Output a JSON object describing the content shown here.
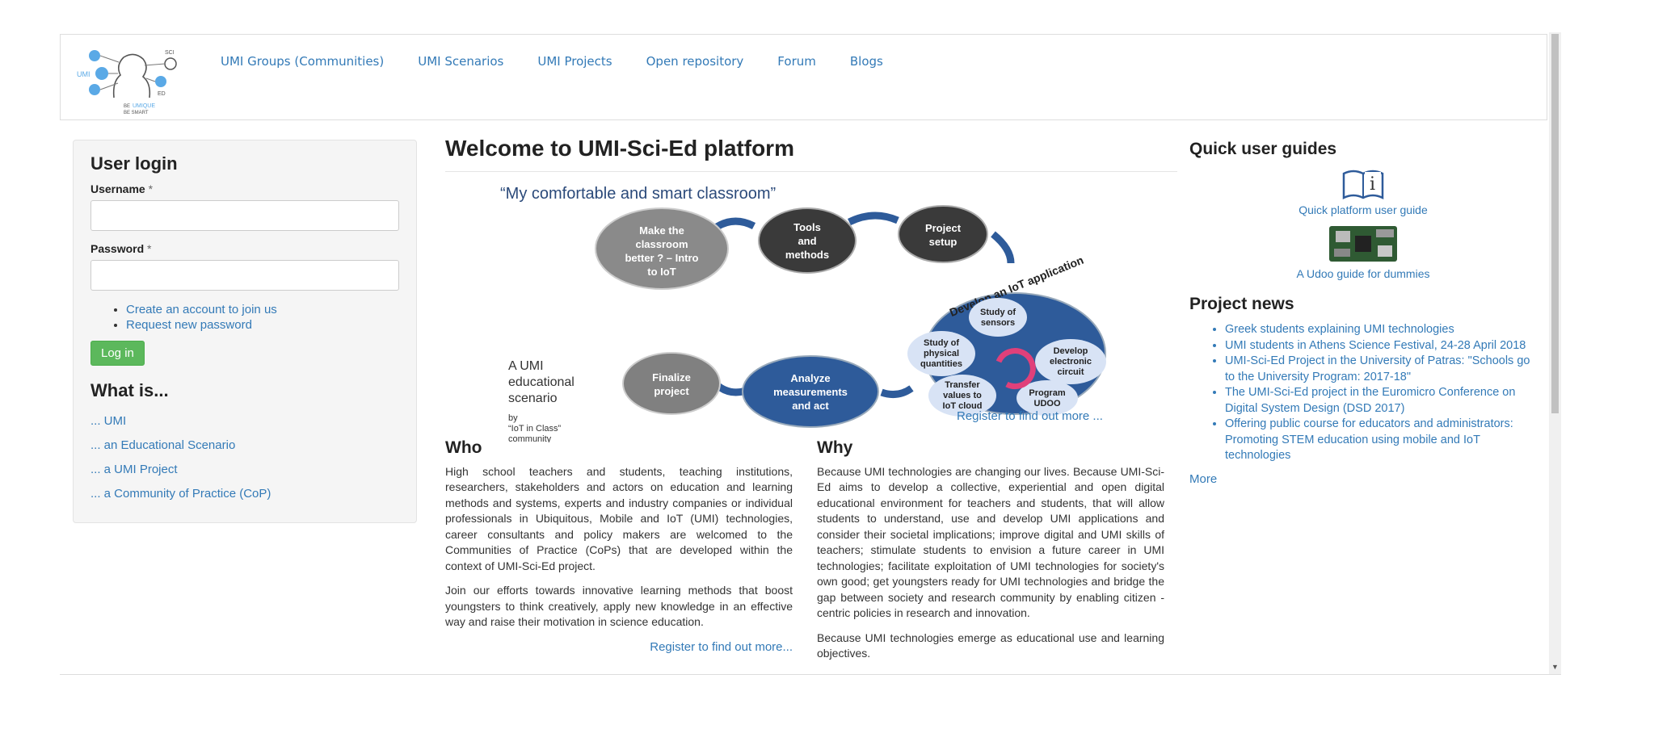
{
  "nav": {
    "items": [
      "UMI Groups (Communities)",
      "UMI Scenarios",
      "UMI Projects",
      "Open repository",
      "Forum",
      "Blogs"
    ]
  },
  "logo": {
    "umi": "UMI",
    "sci": "SCI",
    "ed": "ED",
    "be": "BE",
    "umique": "UMIQUE",
    "besmart": "BE SMART"
  },
  "login": {
    "title": "User login",
    "username_label": "Username",
    "password_label": "Password",
    "required_mark": "*",
    "links": [
      "Create an account to join us",
      "Request new password"
    ],
    "button": "Log in"
  },
  "whatis": {
    "title": "What is...",
    "items": [
      "... UMI",
      "... an Educational Scenario",
      "... a UMI Project",
      "... a Community of Practice (CoP)"
    ]
  },
  "main": {
    "title": "Welcome to UMI-Sci-Ed platform",
    "diagram": {
      "heading": "“My comfortable and smart classroom”",
      "steps": [
        "Make the classroom better ? – Intro to IoT",
        "Tools and methods",
        "Project setup",
        "Finalize project",
        "Analyze measurements and act"
      ],
      "iot_title": "Develop an IoT application",
      "iot_parts": [
        "Study of sensors",
        "Study of physical quantities",
        "Develop electronic circuit",
        "Transfer values to IoT cloud",
        "Program UDOO"
      ],
      "scenario_text": [
        "A UMI",
        "educational",
        "scenario"
      ],
      "scenario_by": [
        "by",
        "“IoT in Class”",
        "community"
      ]
    },
    "register_top": "Register to find out more ...",
    "who": {
      "title": "Who",
      "p1": "High school teachers and students, teaching institutions, researchers, stakeholders and actors on education and learning methods and systems, experts and industry companies or individual professionals in Ubiquitous, Mobile and IoT (UMI) technologies, career consultants and policy makers are welcomed to the Communities of Practice (CoPs) that are developed within the context of UMI-Sci-Ed project.",
      "p2": "Join our efforts towards innovative learning methods that boost youngsters to think creatively, apply new knowledge in an effective way and raise their motivation in science education.",
      "register": "Register to find out more..."
    },
    "why": {
      "title": "Why",
      "p1": "Because UMI technologies are changing our lives. Because UMI-Sci-Ed aims to develop a collective, experiential and open digital educational environment for teachers and students, that will allow students to understand, use and develop UMI applications and consider their societal implications; improve digital and UMI skills of teachers; stimulate students to envision a future career in UMI technologies; facilitate exploitation of UMI technologies for society's own good; get youngsters ready for UMI technologies and bridge the gap between society and research community by enabling citizen - centric policies in research and innovation.",
      "p2": "Because UMI technologies emerge as educational use and learning objectives."
    }
  },
  "guides": {
    "title": "Quick user guides",
    "items": [
      "Quick platform user guide",
      "A Udoo guide for dummies"
    ]
  },
  "news": {
    "title": "Project news",
    "items": [
      "Greek students explaining UMI technologies",
      "UMI students in Athens Science Festival, 24-28 April 2018",
      "UMI-Sci-Ed Project in the University of Patras: \"Schools go to the University Program: 2017-18\"",
      "The UMI-Sci-Ed project in the Euromicro Conference on Digital System Design (DSD 2017)",
      "Offering public course for educators and administrators: Promoting STEM education using mobile and IoT technologies"
    ],
    "more": "More"
  },
  "colors": {
    "link": "#337ab7",
    "button": "#5cb85c",
    "dark_node": "#3a3a3a",
    "gray_node": "#808080",
    "blue_node": "#2e5b9a",
    "arrow": "#2e5b9a",
    "pink_arrow": "#e0407a"
  }
}
